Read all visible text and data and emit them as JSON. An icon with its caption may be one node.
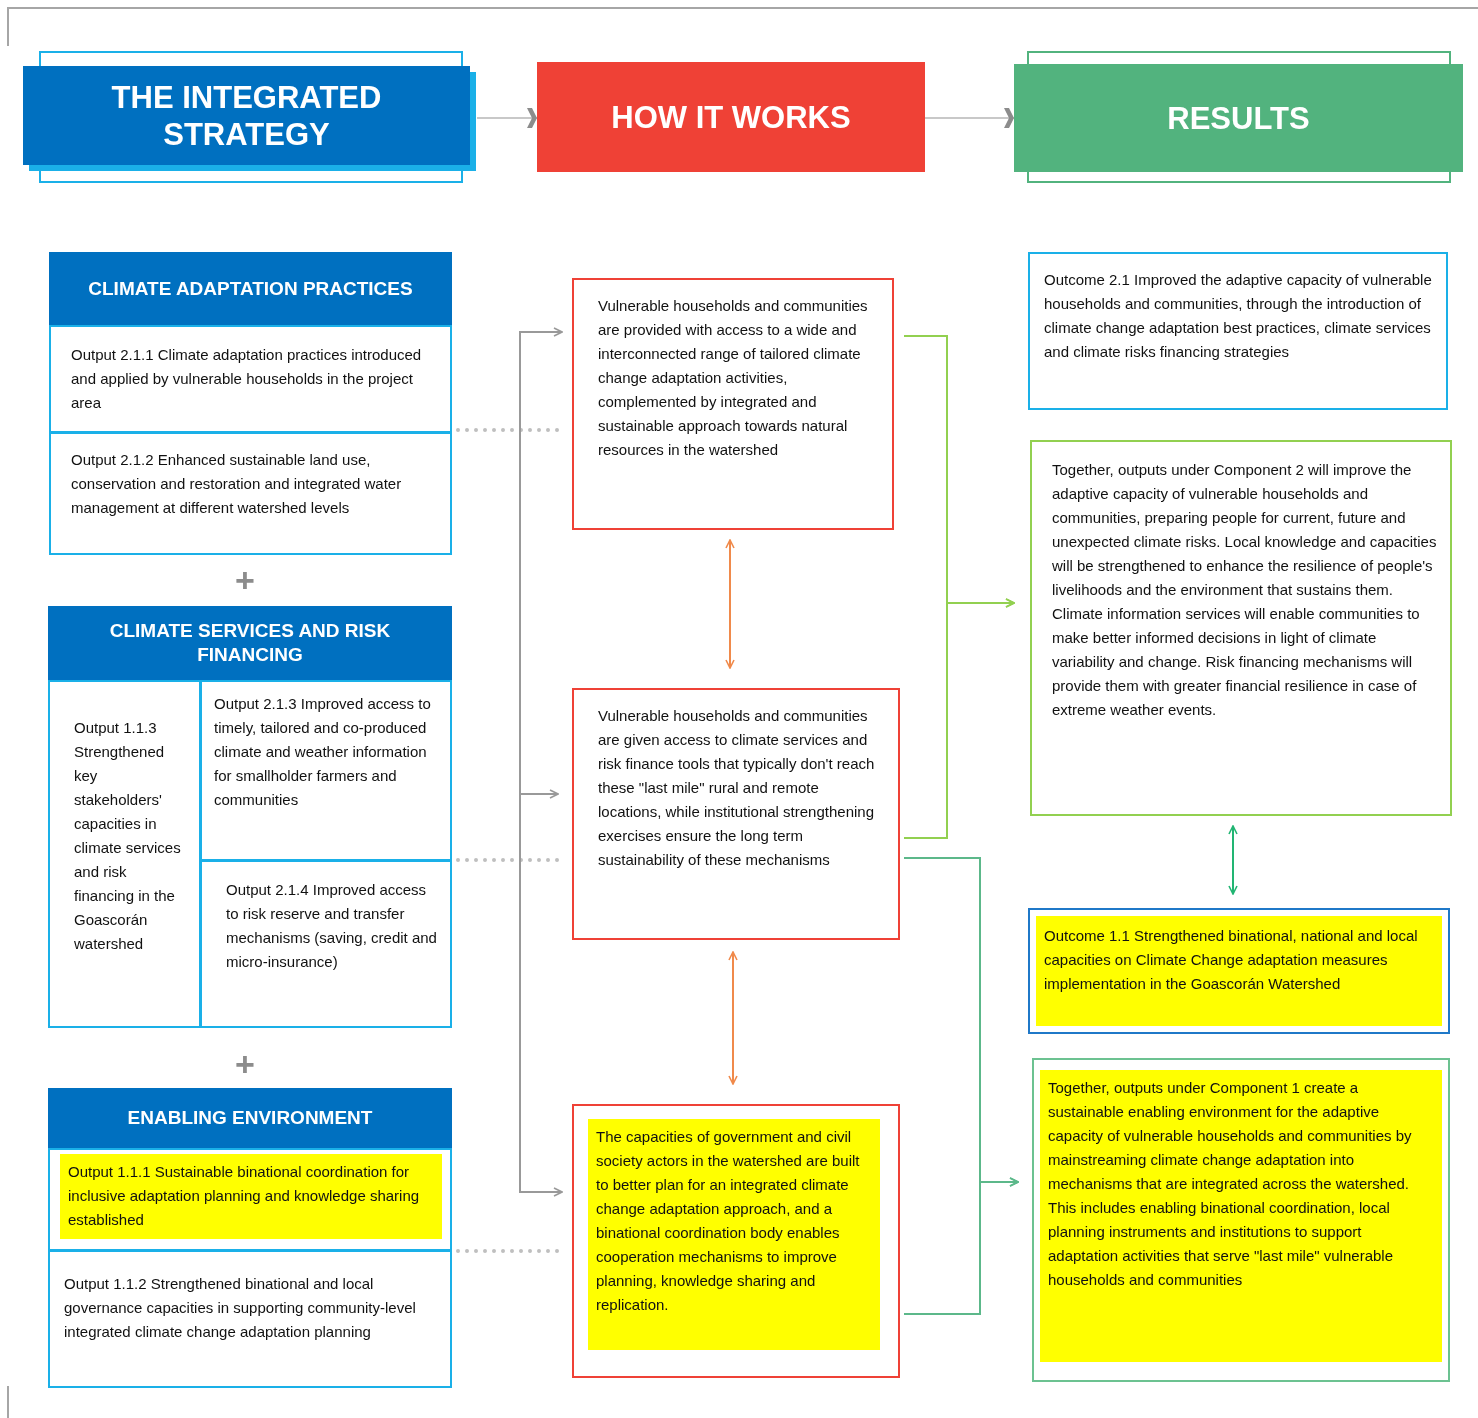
{
  "diagram": {
    "nodes": [
      {
        "text": [
          "THE INTEGRATED STRATEGY"
        ]
      },
      {
        "text": [
          "HOW IT WORKS"
        ]
      },
      {
        "text": [
          "RESULTS"
        ]
      },
      {
        "text": [
          "CLIMATE ADAPTATION PRACTICES"
        ]
      },
      {
        "text": [
          "Output 2.1.1 Climate adaptation practices introduced and applied by vulnerable households in the project area"
        ],
        "in": 3
      },
      {
        "text": [
          "Output 2.1.2 Enhanced sustainable land use, conservation and restoration and integrated water management at different watershed levels"
        ],
        "in": 3
      },
      {
        "text": [
          "CLIMATE SERVICES AND RISK FINANCING"
        ]
      },
      {
        "text": [
          "Output 1.1.3 Strengthened key stakeholders' capacities in climate services and risk financing in the Goascorán watershed"
        ],
        "in": 6
      },
      {
        "text": [
          "Output 2.1.3 Improved access to timely, tailored and co-produced climate and weather information for smallholder farmers and communities"
        ],
        "in": 6
      },
      {
        "text": [
          "Output 2.1.4 Improved access to risk reserve and transfer mechanisms (saving, credit and micro-insurance)"
        ],
        "in": 6
      },
      {
        "text": [
          "ENABLING ENVIRONMENT"
        ]
      },
      {
        "text": [
          "Output 1.1.1 Sustainable binational coordination for inclusive adaptation planning and knowledge sharing established"
        ],
        "in": 10
      },
      {
        "text": [
          "Output 1.1.2 Strengthened binational and local governance capacities in supporting community-level integrated climate change adaptation planning"
        ],
        "in": 10
      },
      {
        "text": [
          "Vulnerable households and communities are provided with access to a wide and interconnected range of tailored climate change adaptation activities, complemented by integrated and sustainable approach towards natural resources in the watershed"
        ]
      },
      {
        "text": [
          "Vulnerable households and communities are given access to climate services and risk finance tools that typically don't reach these \"last mile\" rural and remote locations, while institutional strengthening exercises ensure the long term sustainability of these mechanisms"
        ]
      },
      {
        "text": [
          "The capacities of government and civil society actors in the watershed are built to better plan for an integrated climate change adaptation approach, and a binational coordination body enables cooperation mechanisms to improve planning, knowledge sharing and replication."
        ]
      },
      {
        "text": [
          "Outcome 2.1 Improved the adaptive capacity of vulnerable households and communities, through the introduction of climate change adaptation best practices, climate services and climate risks financing strategies"
        ]
      },
      {
        "text": [
          "Together, outputs under Component 2 will improve the adaptive capacity of vulnerable households and communities, preparing people for current, future and unexpected climate risks. Local knowledge and capacities will be strengthened to enhance the resilience of people's livelihoods and the environment that sustains them. Climate information services will enable communities to make better informed decisions in light of climate variability and change. Risk financing mechanisms will provide them with greater financial resilience in case of extreme weather events."
        ]
      },
      {
        "text": [
          "Outcome 1.1 Strengthened binational, national and local capacities on Climate Change adaptation measures implementation in the Goascorán Watershed"
        ]
      },
      {
        "text": [
          "Together, outputs under Component 1 create a sustainable enabling environment for the adaptive capacity of vulnerable households and communities by mainstreaming climate change adaptation into mechanisms that are integrated across the watershed. This includes enabling binational coordination, local planning instruments and institutions to support adaptation activities that serve \"last mile\" vulnerable households and communities"
        ]
      }
    ],
    "edges": [
      {
        "from": 0,
        "to": 1,
        "arrow": "to"
      },
      {
        "from": 1,
        "to": 2,
        "arrow": "to"
      },
      {
        "from": 3,
        "to": 13,
        "arrow": "none",
        "style": "dashed"
      },
      {
        "from": 6,
        "to": 14,
        "arrow": "none",
        "style": "dashed"
      },
      {
        "from": 10,
        "to": 15,
        "arrow": "none",
        "style": "dashed"
      },
      {
        "from": null,
        "to": 13,
        "arrow": "to"
      },
      {
        "from": null,
        "to": 14,
        "arrow": "to"
      },
      {
        "from": null,
        "to": 15,
        "arrow": "to"
      },
      {
        "from": 13,
        "to": 14,
        "arrow": "both",
        "color": "#f08a4b"
      },
      {
        "from": 14,
        "to": 15,
        "arrow": "both",
        "color": "#f08a4b"
      },
      {
        "from": 13,
        "to": 17,
        "arrow": "to",
        "color": "#92d050"
      },
      {
        "from": 14,
        "to": 17,
        "arrow": "to",
        "color": "#92d050"
      },
      {
        "from": 14,
        "to": 19,
        "arrow": "to",
        "color": "#5cb88a"
      },
      {
        "from": 15,
        "to": 19,
        "arrow": "to",
        "color": "#5cb88a"
      },
      {
        "from": 17,
        "to": 18,
        "arrow": "both",
        "color": "#22b573"
      }
    ],
    "labels": [
      "+",
      "+"
    ]
  }
}
